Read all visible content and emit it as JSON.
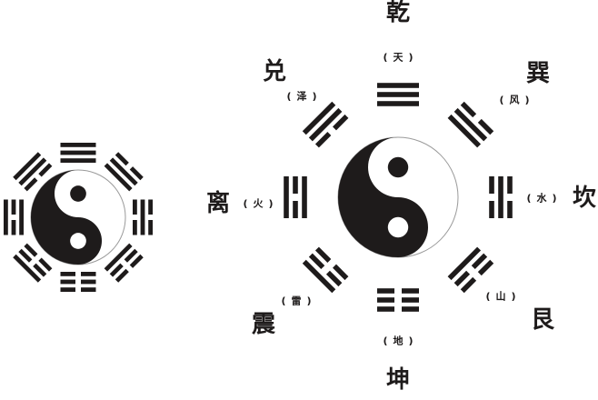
{
  "colors": {
    "ink": "#1e1b1b",
    "paper": "#ffffff",
    "outline": "#9a9a9a"
  },
  "trigrams": [
    {
      "id": "qian",
      "name": "乾",
      "element": "天",
      "lines": [
        1,
        1,
        1
      ]
    },
    {
      "id": "xun",
      "name": "巽",
      "element": "风",
      "lines": [
        1,
        1,
        0
      ]
    },
    {
      "id": "kan",
      "name": "坎",
      "element": "水",
      "lines": [
        0,
        1,
        0
      ]
    },
    {
      "id": "gen",
      "name": "艮",
      "element": "山",
      "lines": [
        1,
        0,
        0
      ]
    },
    {
      "id": "kun",
      "name": "坤",
      "element": "地",
      "lines": [
        0,
        0,
        0
      ]
    },
    {
      "id": "zhen",
      "name": "震",
      "element": "雷",
      "lines": [
        0,
        0,
        1
      ]
    },
    {
      "id": "li",
      "name": "离",
      "element": "火",
      "lines": [
        1,
        0,
        1
      ]
    },
    {
      "id": "dui",
      "name": "兑",
      "element": "泽",
      "lines": [
        0,
        1,
        1
      ]
    }
  ],
  "paren_open": "(",
  "paren_close": ")"
}
